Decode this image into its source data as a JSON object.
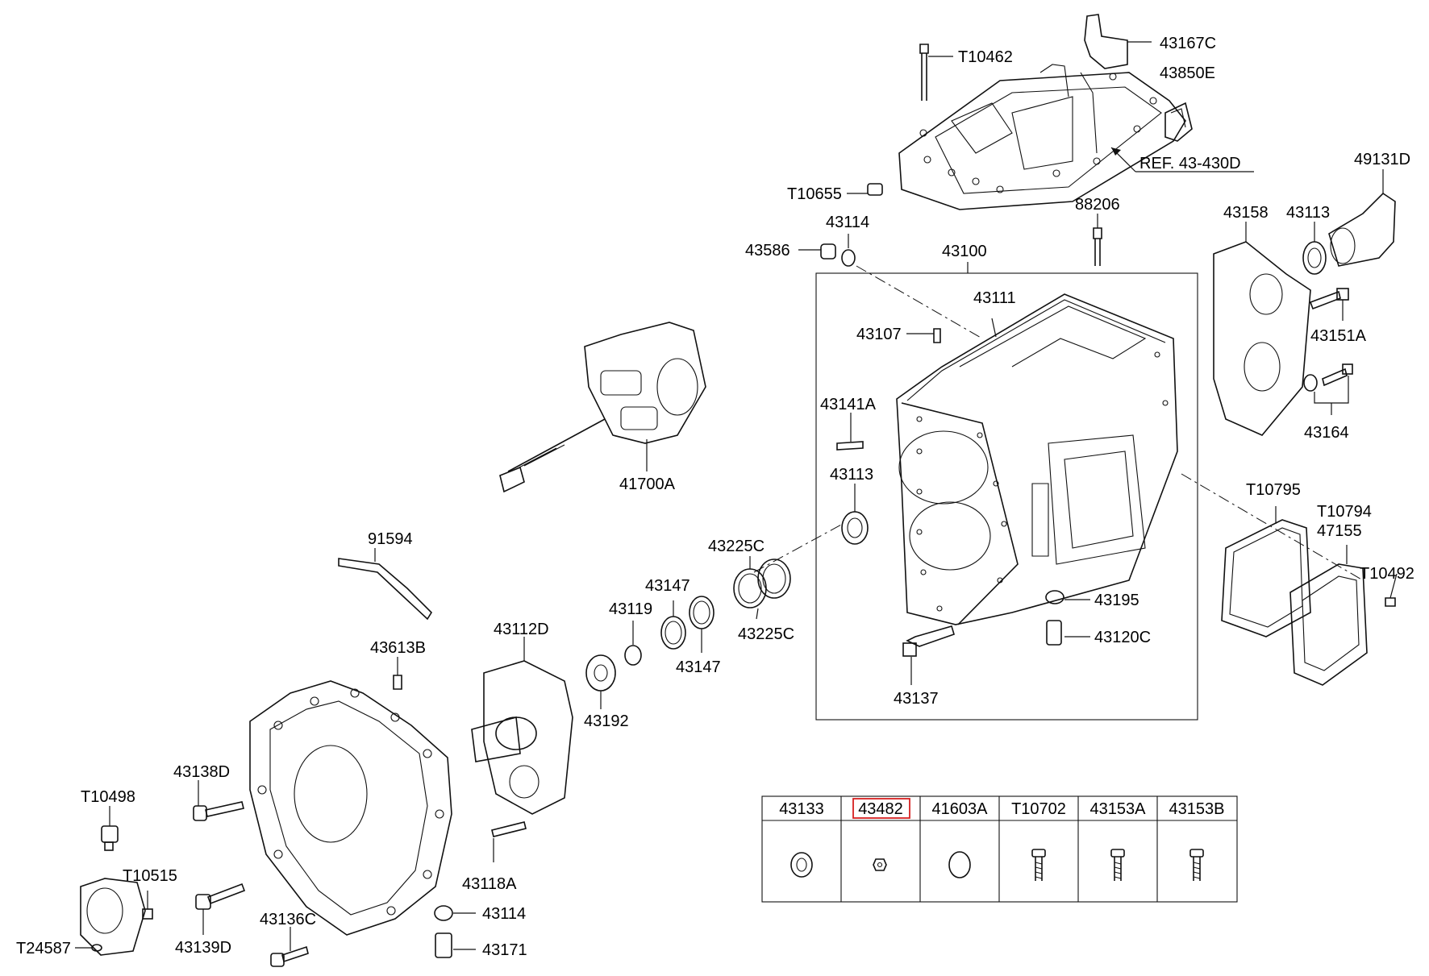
{
  "labels": {
    "T10462": "T10462",
    "43167C": "43167C",
    "43850E": "43850E",
    "REF": "REF. 43-430D",
    "T10655": "T10655",
    "43114a": "43114",
    "43586": "43586",
    "88206": "88206",
    "43100": "43100",
    "43111": "43111",
    "43107": "43107",
    "43141A": "43141A",
    "43113a": "43113",
    "49131D": "49131D",
    "43158": "43158",
    "43113b": "43113",
    "43151A": "43151A",
    "43164": "43164",
    "41700A": "41700A",
    "T10795": "T10795",
    "T10794": "T10794",
    "47155": "47155",
    "T10492": "T10492",
    "43195": "43195",
    "43120C": "43120C",
    "43137": "43137",
    "91594": "91594",
    "43225Ca": "43225C",
    "43225Cb": "43225C",
    "43147a": "43147",
    "43147b": "43147",
    "43119": "43119",
    "43112D": "43112D",
    "43192": "43192",
    "43613B": "43613B",
    "43138D": "43138D",
    "T10498": "T10498",
    "T10515": "T10515",
    "43118A": "43118A",
    "43114b": "43114",
    "43136C": "43136C",
    "43139D": "43139D",
    "T24587": "T24587",
    "43171": "43171"
  },
  "parts_table": {
    "headers": [
      "43133",
      "43482",
      "41603A",
      "T10702",
      "43153A",
      "43153B"
    ],
    "highlighted": "43482",
    "highlight_color": "#d62020",
    "icons": [
      "seal-ring-icon",
      "small-nut-icon",
      "o-ring-icon",
      "bolt-icon",
      "bolt-icon",
      "bolt-icon"
    ]
  }
}
